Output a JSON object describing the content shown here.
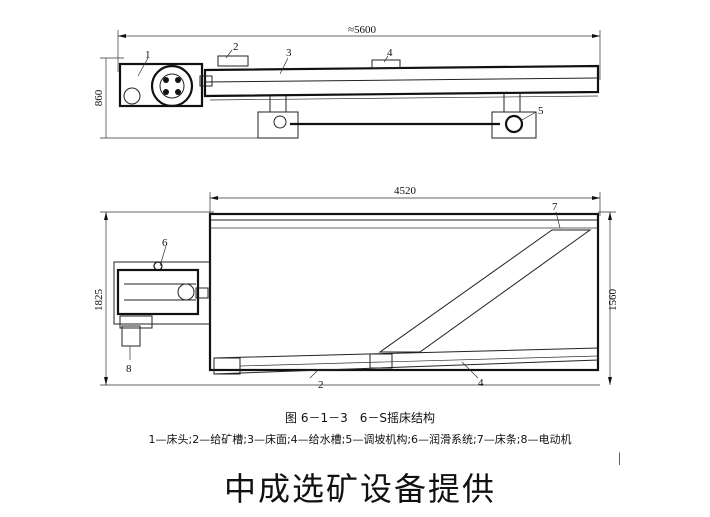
{
  "dimensions": {
    "side_length": "≈5600",
    "side_height": "860",
    "plan_length": "4520",
    "plan_height": "1825",
    "deck_width": "1560"
  },
  "callouts": {
    "c1": "1",
    "c2": "2",
    "c3": "3",
    "c4": "4",
    "c5": "5",
    "c6": "6",
    "c7": "7",
    "c8": "8",
    "p2": "2",
    "p4": "4"
  },
  "caption": {
    "title": "图 6－1－3　6－S摇床结构",
    "legend": "1—床头;2—给矿槽;3—床面;4—给水槽;5—调坡机构;6—润滑系统;7—床条;8—电动机"
  },
  "footer": "中成选矿设备提供",
  "cursor_mark": "|"
}
